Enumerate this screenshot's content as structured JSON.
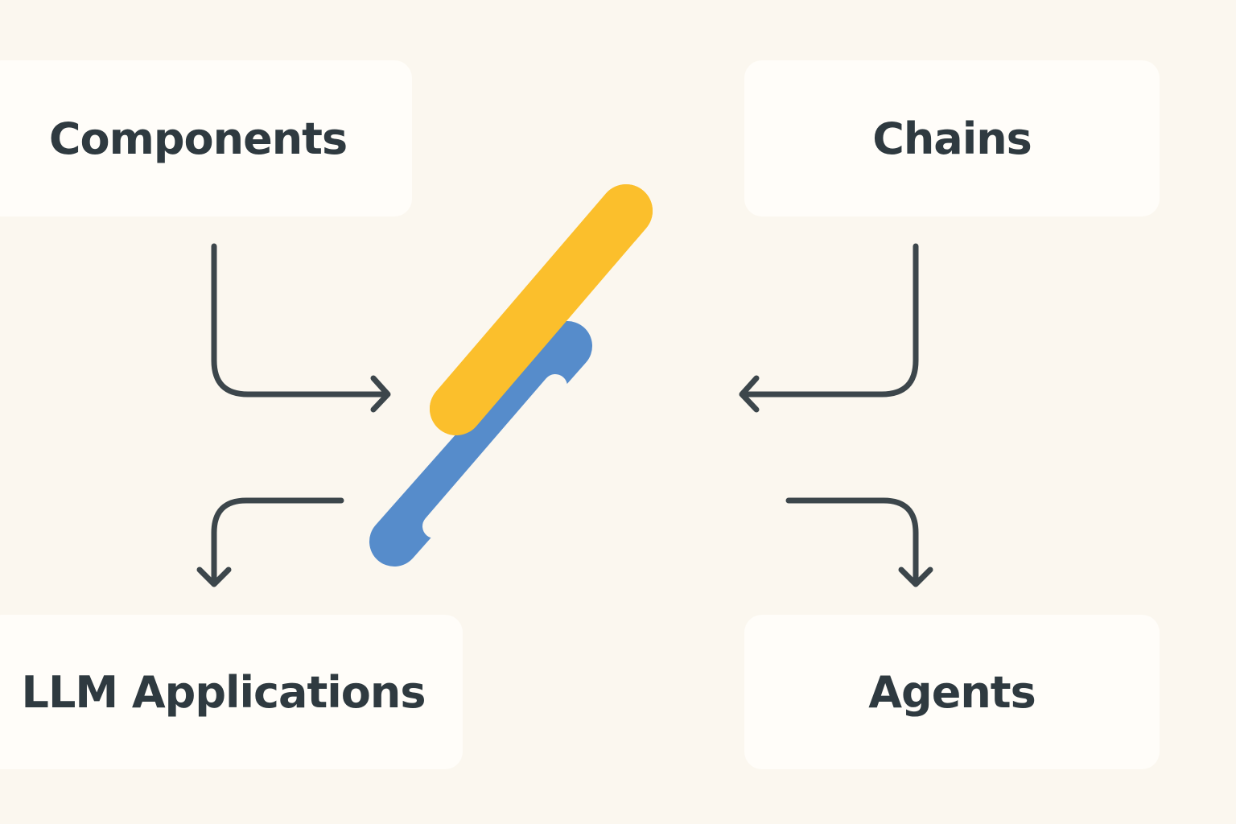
{
  "colors": {
    "background": "#fbf7ef",
    "card": "#fffdf9",
    "text": "#2f3a40",
    "arrow": "#3c464b",
    "link_yellow": "#fbbf2c",
    "link_blue": "#568ccb"
  },
  "icons": {
    "center": "chain-link-icon"
  },
  "cards": {
    "components": "Components",
    "chains": "Chains",
    "llm_applications": "LLM Applications",
    "agents": "Agents"
  }
}
